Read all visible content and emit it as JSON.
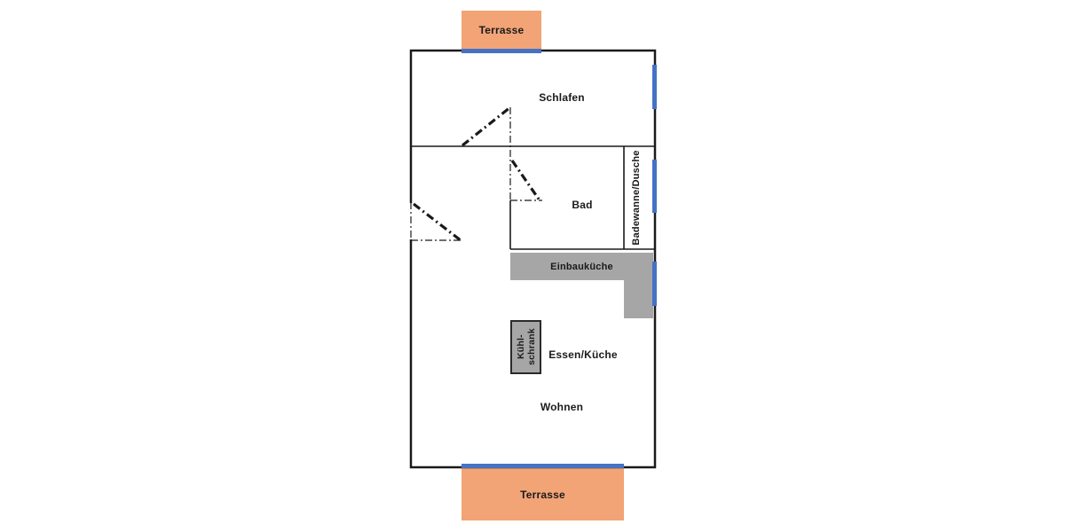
{
  "title": "Apartment floor plan",
  "colors": {
    "terrace": "#F2A477",
    "window": "#4472C4",
    "kitchen": "#A6A6A6",
    "wall": "#1a1a1a"
  },
  "terraces": {
    "top": {
      "label": "Terrasse"
    },
    "bottom": {
      "label": "Terrasse"
    }
  },
  "rooms": {
    "schlafen": {
      "label": "Schlafen"
    },
    "bad": {
      "label": "Bad"
    },
    "badewanne": {
      "label": "Badewanne/Dusche"
    },
    "einbaukueche": {
      "label": "Einbauküche"
    },
    "kuehlschrank": {
      "lines": [
        "Kühl-",
        "schrank"
      ]
    },
    "essen": {
      "label": "Essen/Küche"
    },
    "wohnen": {
      "label": "Wohnen"
    }
  }
}
